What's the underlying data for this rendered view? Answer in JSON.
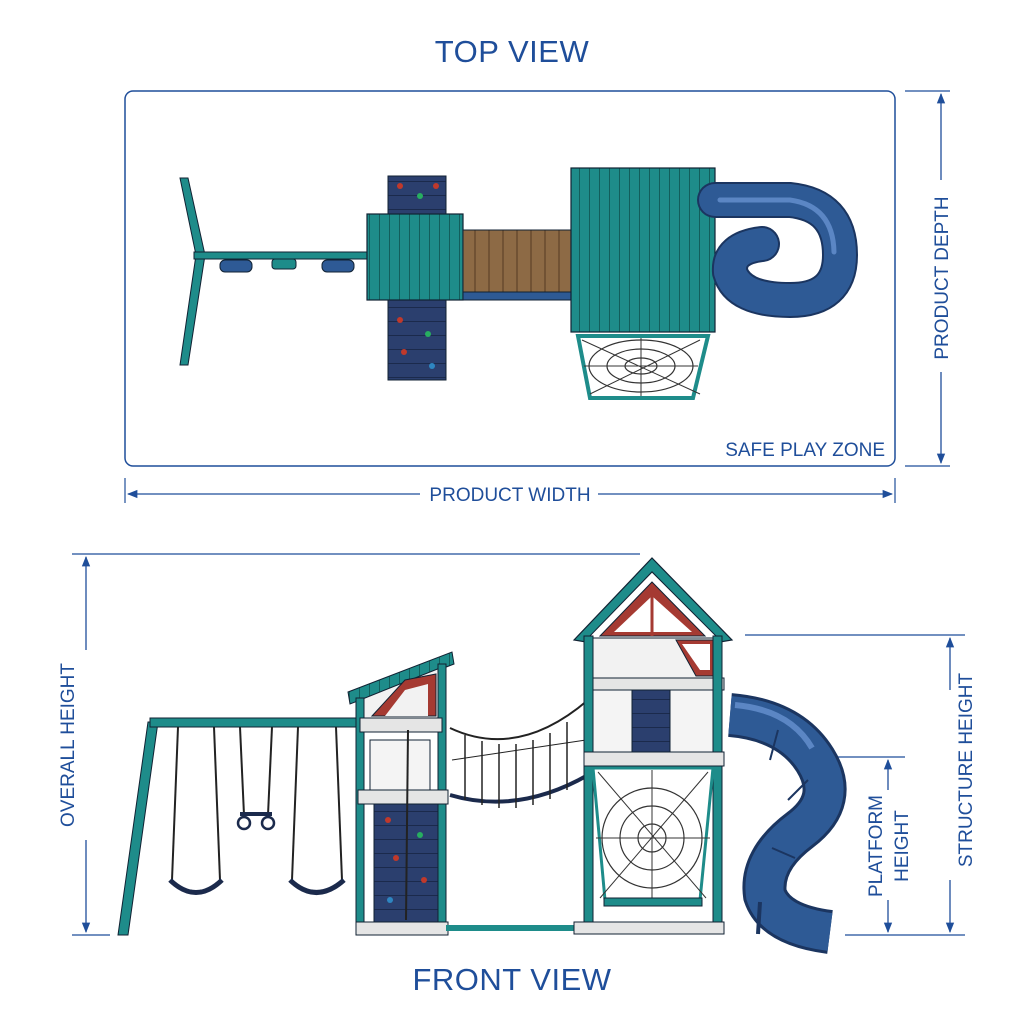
{
  "top_view": {
    "title": "TOP VIEW",
    "safe_zone_label": "SAFE PLAY ZONE",
    "width_label": "PRODUCT WIDTH",
    "depth_label": "PRODUCT DEPTH"
  },
  "front_view": {
    "title": "FRONT VIEW",
    "overall_height_label": "OVERALL HEIGHT",
    "structure_height_label": "STRUCTURE HEIGHT",
    "platform_height_label_line1": "PLATFORM",
    "platform_height_label_line2": "HEIGHT"
  },
  "colors": {
    "dimension_blue": "#1f4e9a",
    "teal": "#1e8c8a",
    "slide_blue": "#2e5a95",
    "wall_navy": "#2b3f6e",
    "wood_brown": "#8d6a45",
    "trim_red": "#a53a32"
  }
}
